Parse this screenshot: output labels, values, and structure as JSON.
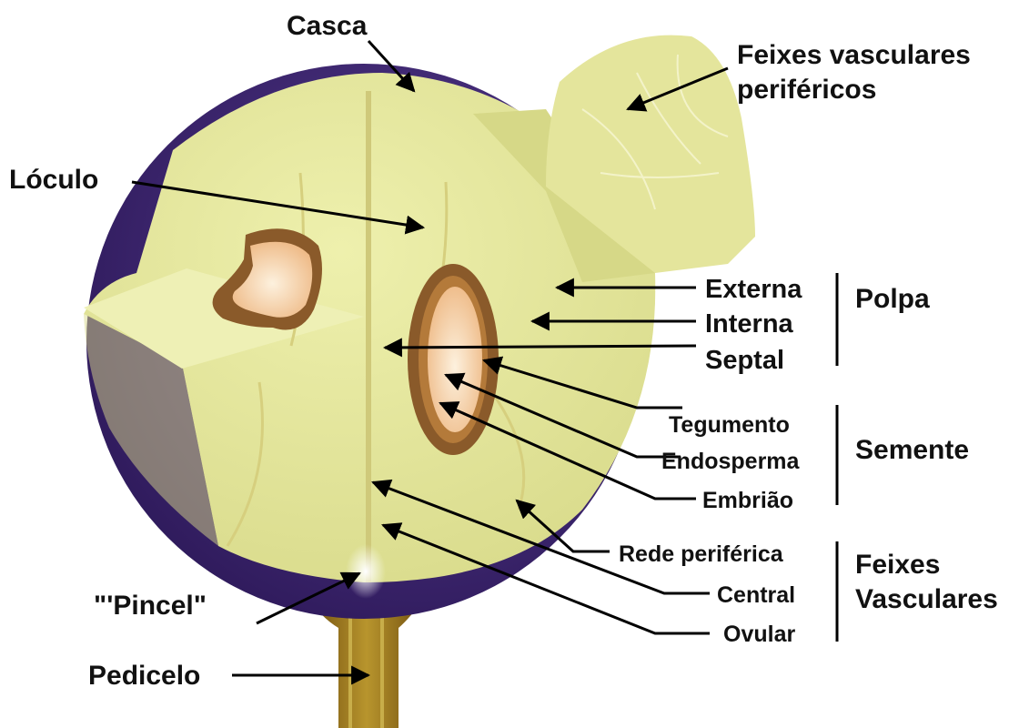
{
  "labels": {
    "casca": "Casca",
    "feixes_perifericos_1": "Feixes vasculares",
    "feixes_perifericos_2": "periféricos",
    "loculo": "Lóculo",
    "externa": "Externa",
    "interna": "Interna",
    "septal": "Septal",
    "polpa": "Polpa",
    "tegumento": "Tegumento",
    "endosperma": "Endosperma",
    "embriao": "Embrião",
    "semente": "Semente",
    "rede_periferica": "Rede periférica",
    "central": "Central",
    "ovular": "Ovular",
    "feixes_vasculares_1": "Feixes",
    "feixes_vasculares_2": "Vasculares",
    "pincel": "\"'Pincel\"",
    "pedicelo": "Pedicelo"
  },
  "colors": {
    "skin": "#3b2470",
    "pulp": "#e3e49a",
    "pulp_dark": "#d2d383",
    "seed_coat": "#8a5a2a",
    "endosperm": "#f6dcbc",
    "stem": "#8a6414"
  }
}
